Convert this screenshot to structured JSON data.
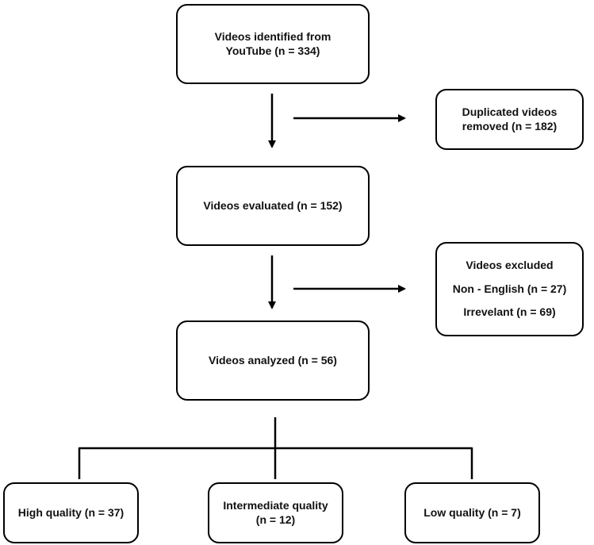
{
  "identified": {
    "line1": "Videos identified from",
    "line2": "YouTube (n = 334)"
  },
  "duplicates": {
    "line1": "Duplicated videos",
    "line2": "removed (n = 182)"
  },
  "evaluated": {
    "label": "Videos evaluated (n = 152)"
  },
  "excluded": {
    "title": "Videos excluded",
    "non_english": "Non - English (n = 27)",
    "irrelevant": "Irrevelant (n = 69)"
  },
  "analyzed": {
    "label": "Videos analyzed (n = 56)"
  },
  "high": {
    "label": "High quality (n = 37)"
  },
  "intermediate": {
    "line1": "Intermediate quality",
    "line2": "(n = 12)"
  },
  "low": {
    "label": "Low quality (n = 7)"
  }
}
